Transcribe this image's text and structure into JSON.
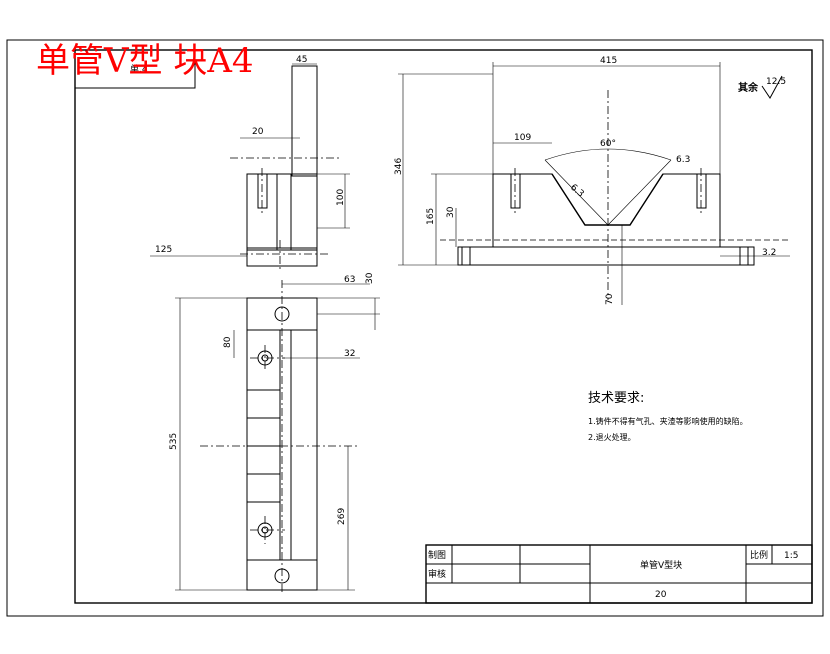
{
  "title": "单管V型 块A4",
  "corner_label": "单.4",
  "surface_finish": {
    "label": "其余",
    "value": "12.5"
  },
  "dims_left": {
    "d45": "45",
    "d20": "20",
    "d100": "100",
    "d125": "125",
    "d63": "63",
    "d30": "30",
    "d80": "80",
    "d32": "32",
    "d535": "535",
    "d269": "269"
  },
  "dims_right": {
    "d415": "415",
    "d109": "109",
    "d60deg": "60°",
    "d63": "6.3",
    "d346": "346",
    "d165": "165",
    "d30": "30",
    "d32": "3.2",
    "d70": "70",
    "d63b": "6.3"
  },
  "tech_req": {
    "heading": "技术要求:",
    "line1": "1.铸件不得有气孔、夹渣等影响使用的缺陷。",
    "line2": "2.退火处理。"
  },
  "title_block": {
    "drawn": "制图",
    "checked": "审核",
    "part_name": "单管V型块",
    "scale_label": "比例",
    "scale_value": "1:5",
    "material": "20"
  }
}
